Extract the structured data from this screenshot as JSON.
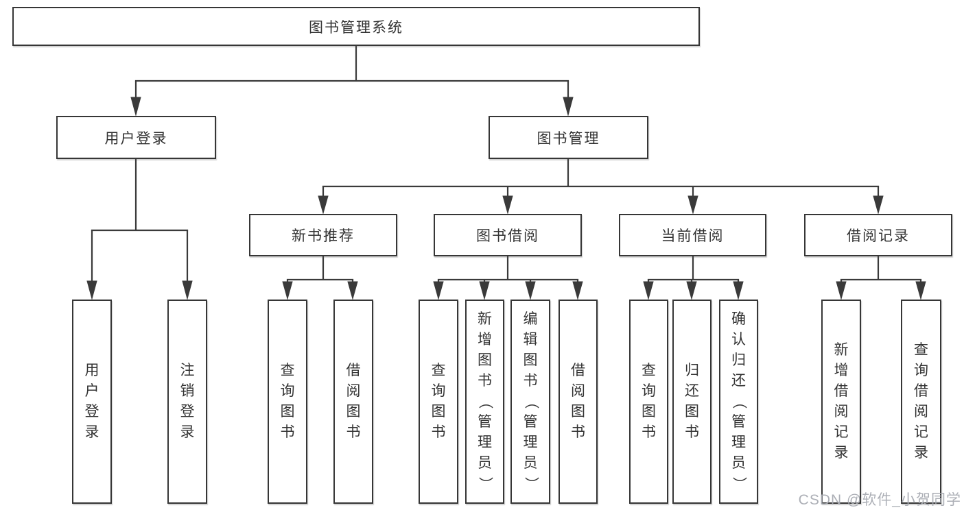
{
  "tree": {
    "root": {
      "label": "图书管理系统"
    },
    "user_branch": {
      "label": "用户登录",
      "children": [
        "用户登录",
        "注销登录"
      ]
    },
    "book_branch": {
      "label": "图书管理",
      "sections": [
        {
          "label": "新书推荐",
          "children": [
            "查询图书",
            "借阅图书"
          ]
        },
        {
          "label": "图书借阅",
          "children": [
            "查询图书",
            "新增图书（管理员）",
            "编辑图书（管理员）",
            "借阅图书"
          ]
        },
        {
          "label": "当前借阅",
          "children": [
            "查询图书",
            "归还图书",
            "确认归还（管理员）"
          ]
        },
        {
          "label": "借阅记录",
          "children": [
            "新增借阅记录",
            "查询借阅记录"
          ]
        }
      ]
    }
  },
  "watermark": "CSDN @软件_小贺同学",
  "colors": {
    "line": "#3a3a3a",
    "box_border": "#363636",
    "text": "#333333",
    "watermark": "#a8abb2",
    "background": "#ffffff"
  }
}
